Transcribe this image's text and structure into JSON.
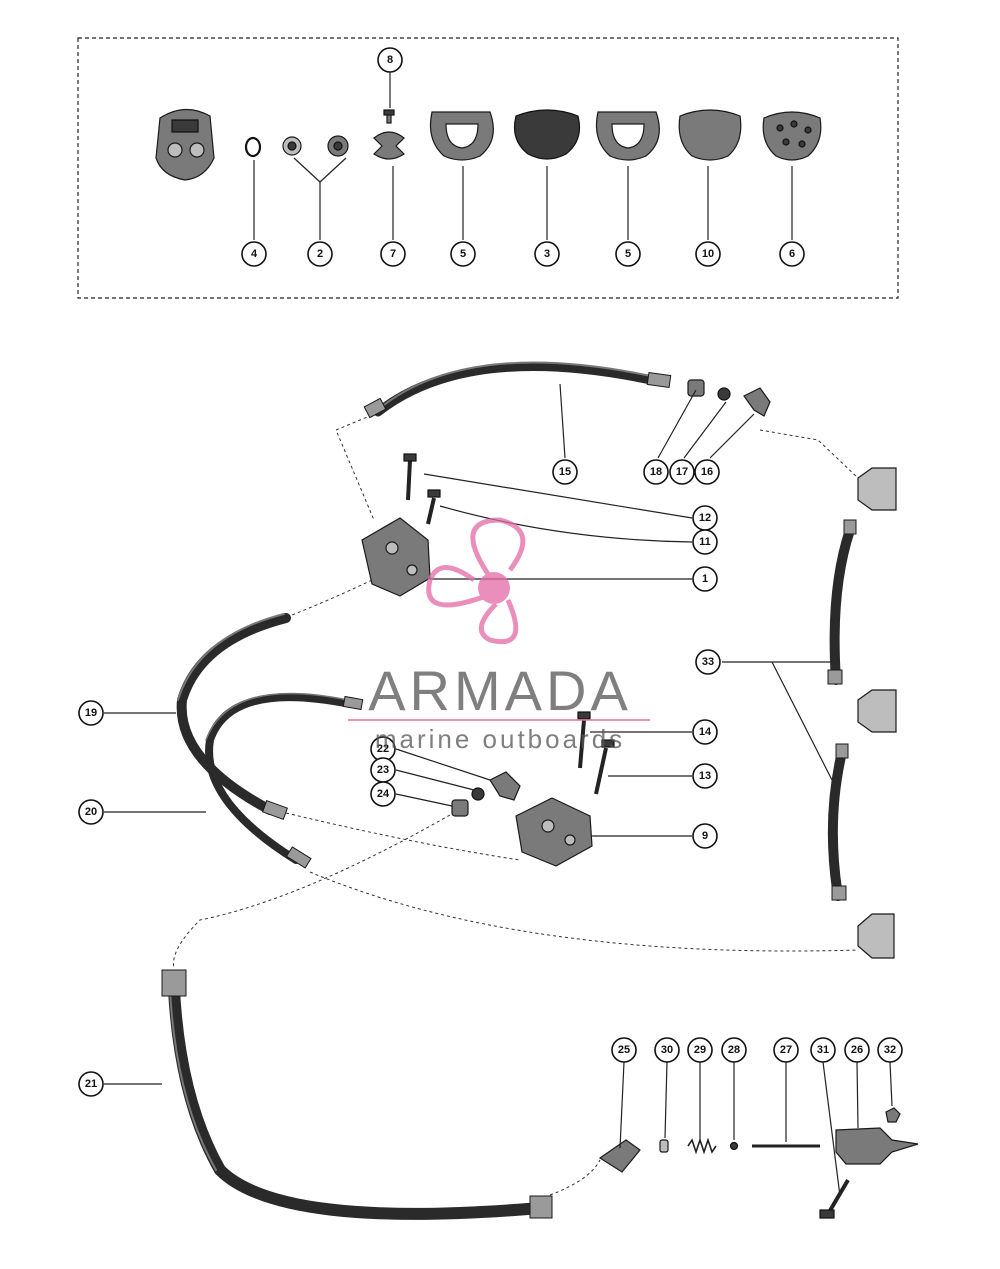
{
  "diagram": {
    "inset_callouts": [
      "8",
      "4",
      "2",
      "7",
      "5",
      "3",
      "5",
      "10",
      "6"
    ],
    "main_callouts": [
      "15",
      "18",
      "17",
      "16",
      "12",
      "11",
      "1",
      "33",
      "19",
      "14",
      "22",
      "23",
      "13",
      "24",
      "9",
      "20",
      "21",
      "25",
      "30",
      "29",
      "28",
      "27",
      "31",
      "26",
      "32"
    ]
  },
  "watermark": {
    "brand": "ARMADA",
    "tagline": "marine outboards",
    "color": "#e46aa6"
  }
}
